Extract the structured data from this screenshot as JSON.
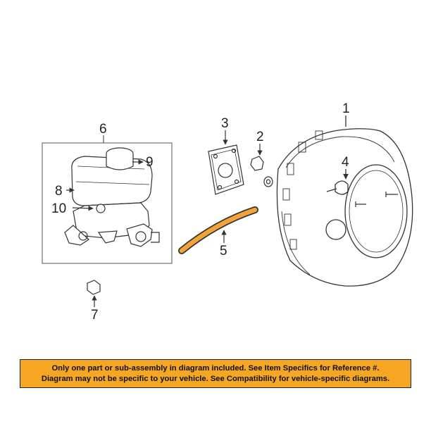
{
  "callouts": {
    "c1": "1",
    "c2": "2",
    "c3": "3",
    "c4": "4",
    "c5": "5",
    "c6": "6",
    "c7": "7",
    "c8": "8",
    "c9": "9",
    "c10": "10"
  },
  "notice": {
    "line1": "Only one part or sub-assembly in diagram included. See Item Specifics for Reference #.",
    "line2": "Diagram may not be specific to your vehicle. See Compatibility for vehicle-specific diagrams."
  },
  "colors": {
    "notice_background": "#f5a623",
    "hose_highlight": "#f2a43a",
    "line_art": "#333333"
  }
}
